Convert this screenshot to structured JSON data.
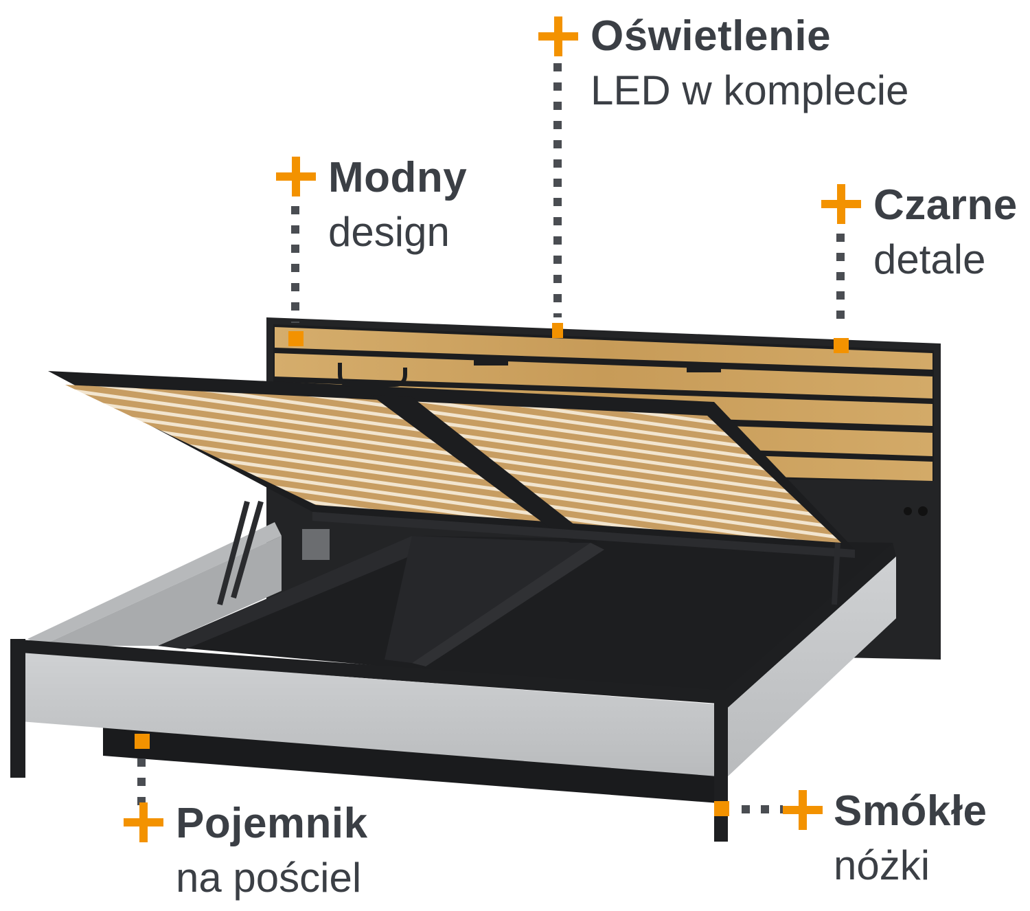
{
  "colors": {
    "accent": "#F39200",
    "text": "#3B3F45",
    "dots": "#4A4D52",
    "frame": "#1E1F21",
    "gray_panel": "#C3C5C7",
    "oak": "#C9A062"
  },
  "callouts": {
    "lighting": {
      "title": "Oświetlenie",
      "subtitle": "LED w komplecie"
    },
    "design": {
      "title": "Modny",
      "subtitle": "design"
    },
    "details": {
      "title": "Czarne",
      "subtitle": "detale"
    },
    "storage": {
      "title": "Pojemnik",
      "subtitle": "na pościel"
    },
    "legs": {
      "title": "Smókłe",
      "subtitle": "nóżki"
    }
  }
}
